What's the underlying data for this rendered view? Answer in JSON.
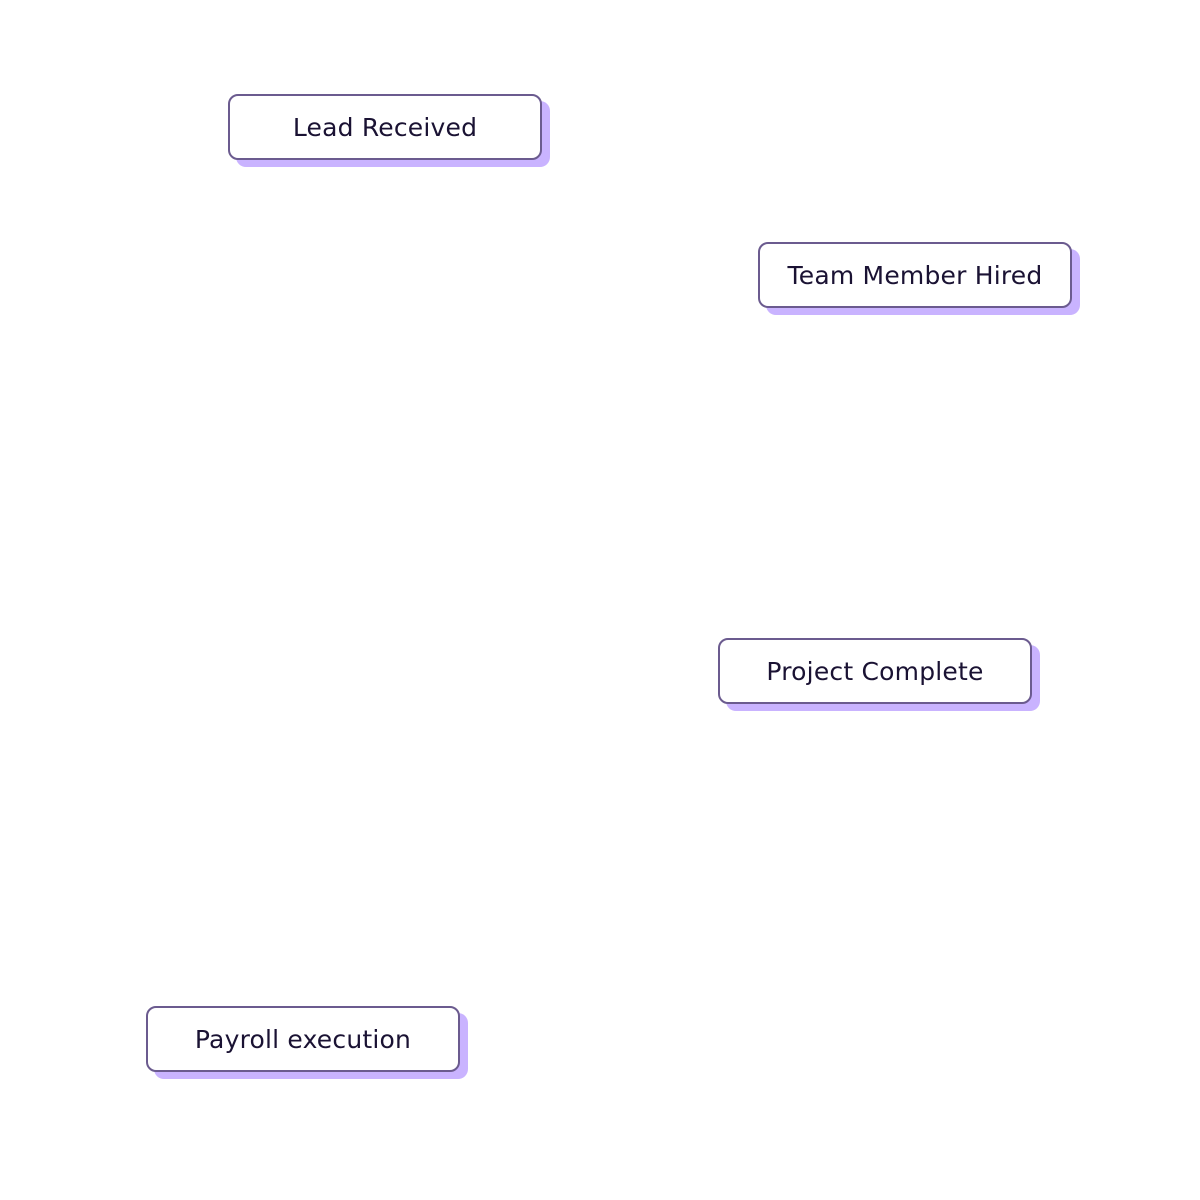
{
  "nodes": [
    {
      "id": "lead",
      "label": "Lead Received"
    },
    {
      "id": "hired",
      "label": "Team Member Hired"
    },
    {
      "id": "complete",
      "label": "Project Complete"
    },
    {
      "id": "payroll",
      "label": "Payroll execution"
    }
  ],
  "colors": {
    "background": "#ffffff",
    "node_border": "#6b5b8f",
    "node_fill": "#ffffff",
    "node_shadow": "#c9b3ff",
    "text": "#1a1233"
  }
}
